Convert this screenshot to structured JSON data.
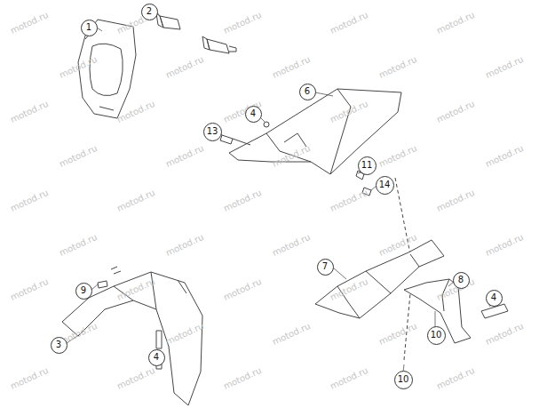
{
  "diagram": {
    "nodes": [
      {
        "text": [
          "2"
        ]
      },
      {
        "text": [
          "1"
        ]
      },
      {
        "text": [
          "6"
        ]
      },
      {
        "text": [
          "4"
        ]
      },
      {
        "text": [
          "13"
        ]
      },
      {
        "text": [
          "11"
        ]
      },
      {
        "text": [
          "14"
        ]
      },
      {
        "text": [
          "7"
        ]
      },
      {
        "text": [
          "8"
        ]
      },
      {
        "text": [
          "4"
        ]
      },
      {
        "text": [
          "9"
        ]
      },
      {
        "text": [
          "3"
        ]
      },
      {
        "text": [
          "10"
        ]
      },
      {
        "text": [
          "4"
        ]
      },
      {
        "text": [
          "10"
        ]
      }
    ],
    "labels": [
      "motod.ru",
      "motod.ru",
      "motod.ru",
      "motod.ru",
      "motod.ru",
      "motod.ru",
      "motod.ru",
      "motod.ru",
      "motod.ru",
      "motod.ru",
      "motod.ru",
      "motod.ru",
      "motod.ru",
      "motod.ru",
      "motod.ru",
      "motod.ru",
      "motod.ru",
      "motod.ru",
      "motod.ru",
      "motod.ru",
      "motod.ru",
      "motod.ru",
      "motod.ru",
      "motod.ru",
      "motod.ru",
      "motod.ru",
      "motod.ru",
      "motod.ru",
      "motod.ru",
      "motod.ru",
      "motod.ru",
      "motod.ru",
      "motod.ru",
      "motod.ru",
      "motod.ru",
      "motod.ru",
      "motod.ru",
      "motod.ru",
      "motod.ru",
      "motod.ru",
      "motod.ru",
      "motod.ru",
      "motod.ru",
      "motod.ru",
      "motod.ru"
    ]
  }
}
